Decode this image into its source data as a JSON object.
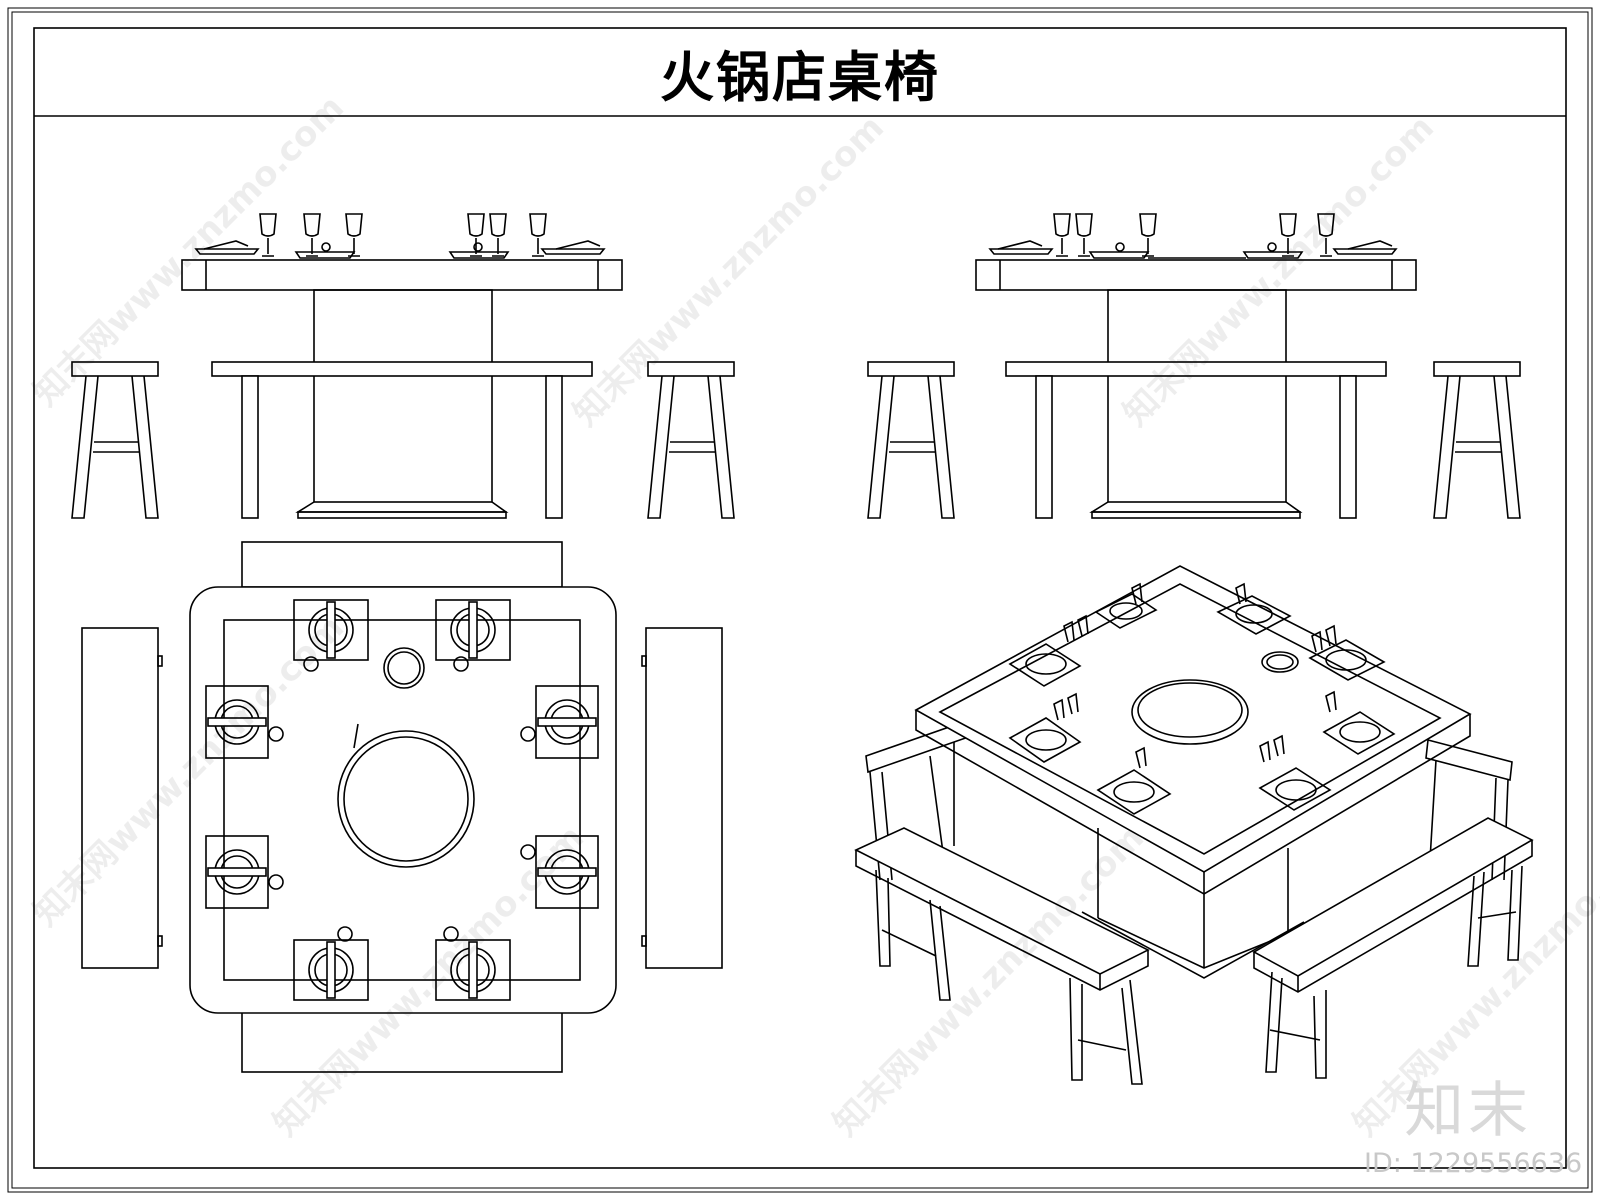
{
  "drawing": {
    "title": "火锅店桌椅",
    "watermark": {
      "logo_text": "知末",
      "id_text": "ID: 1229556636",
      "site_text": "知末网www.znzmo.com"
    }
  },
  "views": [
    {
      "name": "front-elevation-left"
    },
    {
      "name": "front-elevation-right"
    },
    {
      "name": "plan-view"
    },
    {
      "name": "axonometric-view"
    }
  ],
  "colors": {
    "line": "#000000",
    "background": "#ffffff",
    "watermark": "#d9d9d9"
  }
}
